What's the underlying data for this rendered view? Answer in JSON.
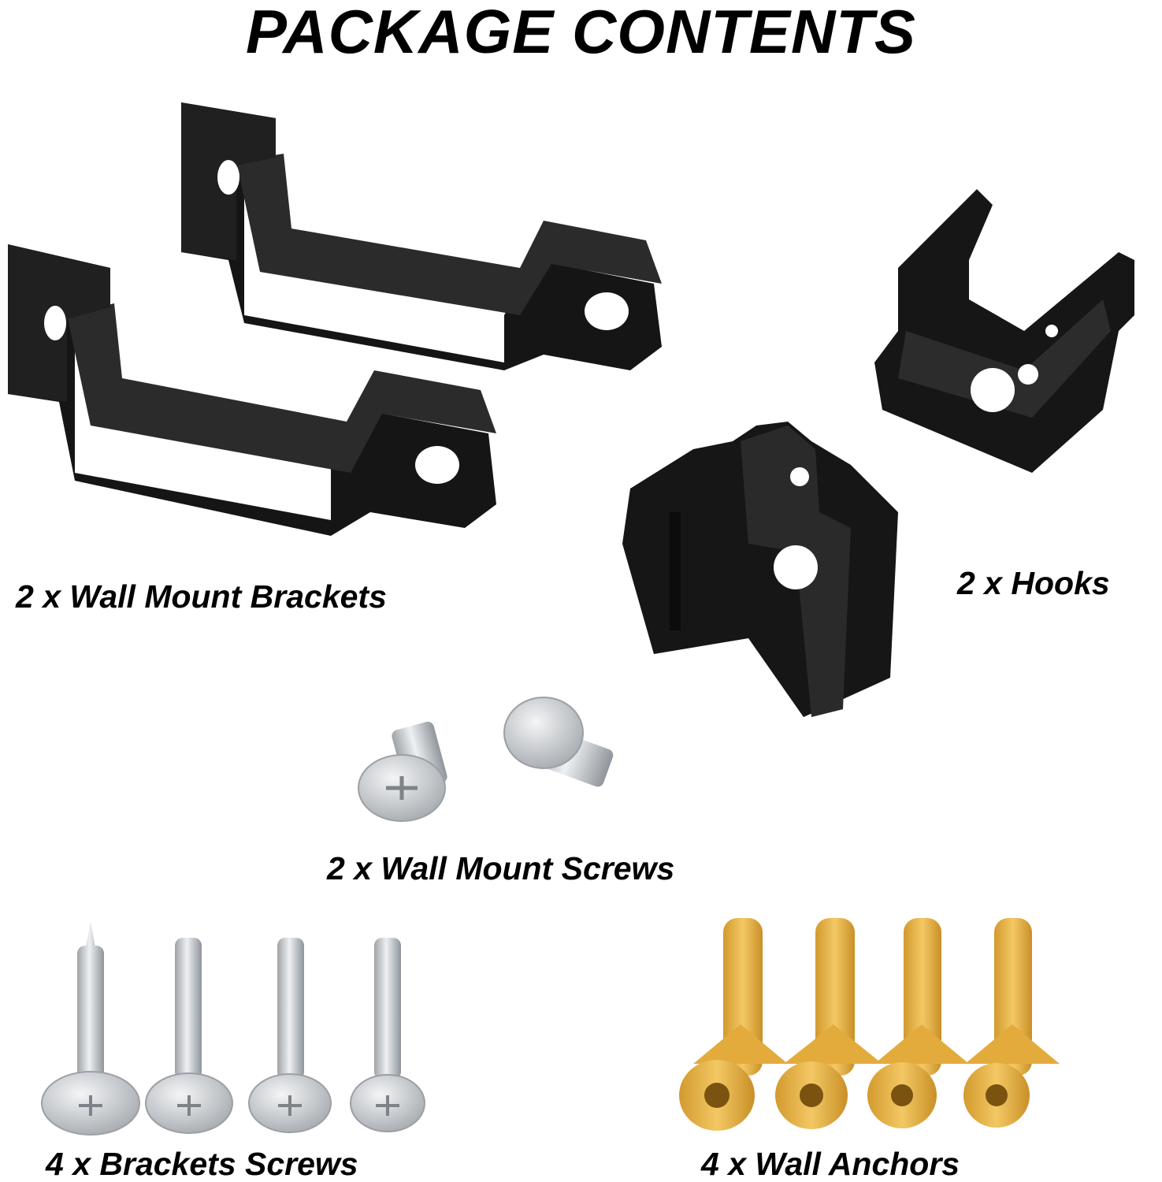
{
  "title": "PACKAGE CONTENTS",
  "items": [
    {
      "label": "2 x Wall Mount Brackets"
    },
    {
      "label": "2 x Hooks"
    },
    {
      "label": "2 x Wall Mount Screws"
    },
    {
      "label": "4 x Brackets Screws"
    },
    {
      "label": "4 x Wall Anchors"
    }
  ],
  "colors": {
    "black_parts": "#1c1c1c",
    "steel": "#c9cccf",
    "anchor": "#e8b64a",
    "text": "#000000"
  }
}
